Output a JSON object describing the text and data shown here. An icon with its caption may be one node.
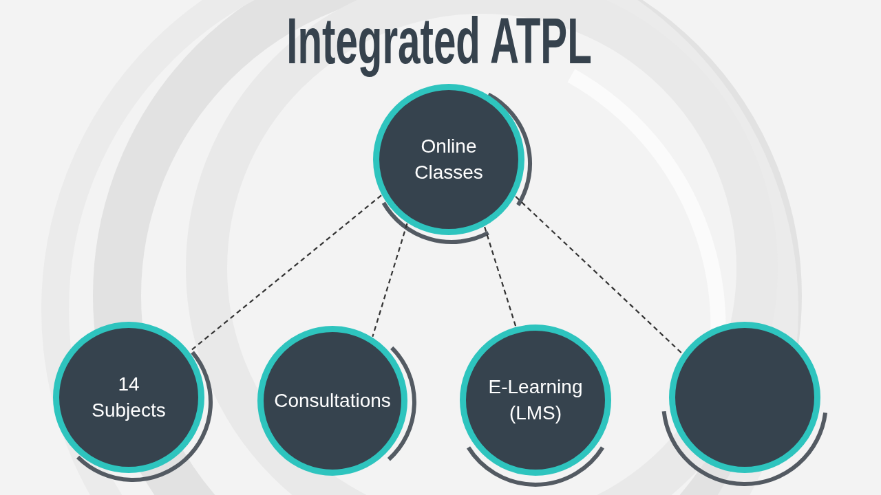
{
  "diagram": {
    "title": "Integrated ATPL",
    "nodes": [
      {
        "text": [
          "Online Classes"
        ]
      },
      {
        "text": [
          "14 Subjects"
        ]
      },
      {
        "text": [
          "Consultations"
        ]
      },
      {
        "text": [
          "E-Learning (LMS)"
        ]
      },
      {
        "text": [],
        "shape": "circle"
      }
    ],
    "edges": [
      {
        "from": 0,
        "to": 1,
        "arrow": "none"
      },
      {
        "from": 0,
        "to": 2,
        "arrow": "none"
      },
      {
        "from": 0,
        "to": 3,
        "arrow": "none"
      },
      {
        "from": 0,
        "to": 4,
        "arrow": "none"
      }
    ]
  }
}
